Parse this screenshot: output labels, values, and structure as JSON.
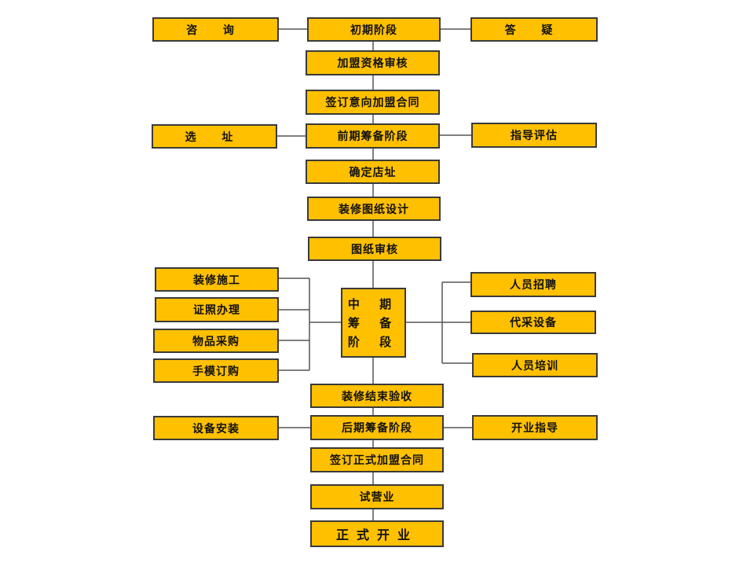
{
  "colors": {
    "box_fill": "#FFC000",
    "border": "#3a3a3a",
    "line": "#555555"
  },
  "nodes": {
    "consult": "咨  询",
    "initial_stage": "初期阶段",
    "answer": "答  疑",
    "qualification_review": "加盟资格审核",
    "intent_contract": "签订意向加盟合同",
    "site_selection": "选  址",
    "early_prep_stage": "前期筹备阶段",
    "guidance_evaluation": "指导评估",
    "confirm_site": "确定店址",
    "design_drawings": "装修图纸设计",
    "drawing_review": "图纸审核",
    "renovation": "装修施工",
    "licensing": "证照办理",
    "purchasing": "物品采购",
    "mold_order": "手模订购",
    "mid_prep_stage": [
      "中 期",
      "筹 备",
      "阶 段"
    ],
    "recruitment": "人员招聘",
    "equipment_procurement": "代采设备",
    "training": "人员培训",
    "renovation_acceptance": "装修结束验收",
    "equipment_install": "设备安装",
    "late_prep_stage": "后期筹备阶段",
    "opening_guidance": "开业指导",
    "formal_contract": "签订正式加盟合同",
    "trial_operation": "试营业",
    "grand_opening": "正式开业"
  }
}
